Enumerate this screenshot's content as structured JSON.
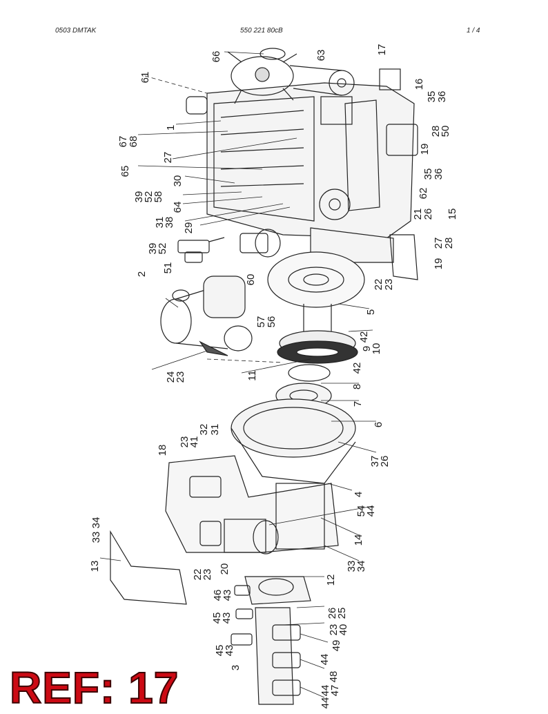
{
  "header": {
    "doc_code": "0503 DMTAK",
    "part_number": "550 221 80cB",
    "page": "1 /   4"
  },
  "ref_label": "REF: 17",
  "callouts": [
    "66",
    "63",
    "17",
    "61",
    "16",
    "35",
    "36",
    "1",
    "67",
    "68",
    "27",
    "28",
    "50",
    "19",
    "65",
    "35",
    "36",
    "30",
    "39",
    "52",
    "58",
    "62",
    "64",
    "31",
    "38",
    "29",
    "21",
    "26",
    "15",
    "39",
    "52",
    "51",
    "27",
    "28",
    "19",
    "60",
    "2",
    "22",
    "23",
    "5",
    "57",
    "56",
    "42",
    "9",
    "10",
    "24",
    "23",
    "11",
    "42",
    "8",
    "7",
    "6",
    "32",
    "31",
    "18",
    "23",
    "41",
    "37",
    "26",
    "4",
    "54",
    "44",
    "34",
    "33",
    "14",
    "13",
    "22",
    "23",
    "20",
    "33",
    "34",
    "12",
    "46",
    "43",
    "26",
    "25",
    "45",
    "43",
    "23",
    "40",
    "45",
    "43",
    "49",
    "44",
    "3",
    "48",
    "44",
    "47",
    "44"
  ]
}
